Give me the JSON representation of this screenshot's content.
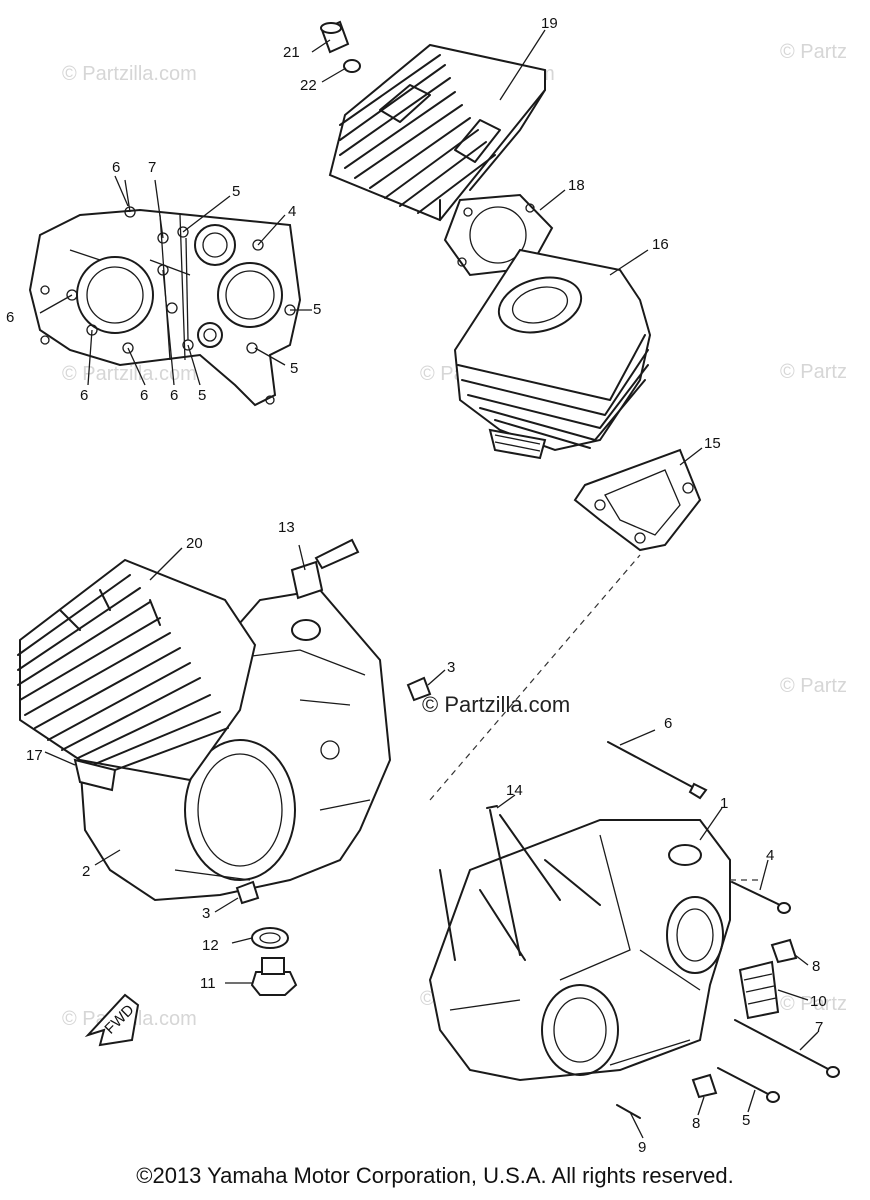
{
  "watermark": "© Partzilla.com",
  "watermark_right": "© Partz",
  "watermark_main": "© Partzilla.com",
  "copyright": "©2013 Yamaha Motor Corporation, U.S.A. All rights reserved.",
  "fwd_label": "FWD",
  "callouts": {
    "c19": "19",
    "c21": "21",
    "c22": "22",
    "c18": "18",
    "c16": "16",
    "c15": "15",
    "c6a": "6",
    "c7a": "7",
    "c5a": "5",
    "c4a": "4",
    "c6b": "6",
    "c5b": "5",
    "c6c": "6",
    "c6d": "6",
    "c6e": "6",
    "c5c": "5",
    "c5d": "5",
    "c13": "13",
    "c20": "20",
    "c3a": "3",
    "c17": "17",
    "c2": "2",
    "c3b": "3",
    "c12": "12",
    "c11": "11",
    "c6f": "6",
    "c14": "14",
    "c1": "1",
    "c4b": "4",
    "c8a": "8",
    "c10": "10",
    "c7b": "7",
    "c8b": "8",
    "c5e": "5",
    "c9": "9"
  }
}
